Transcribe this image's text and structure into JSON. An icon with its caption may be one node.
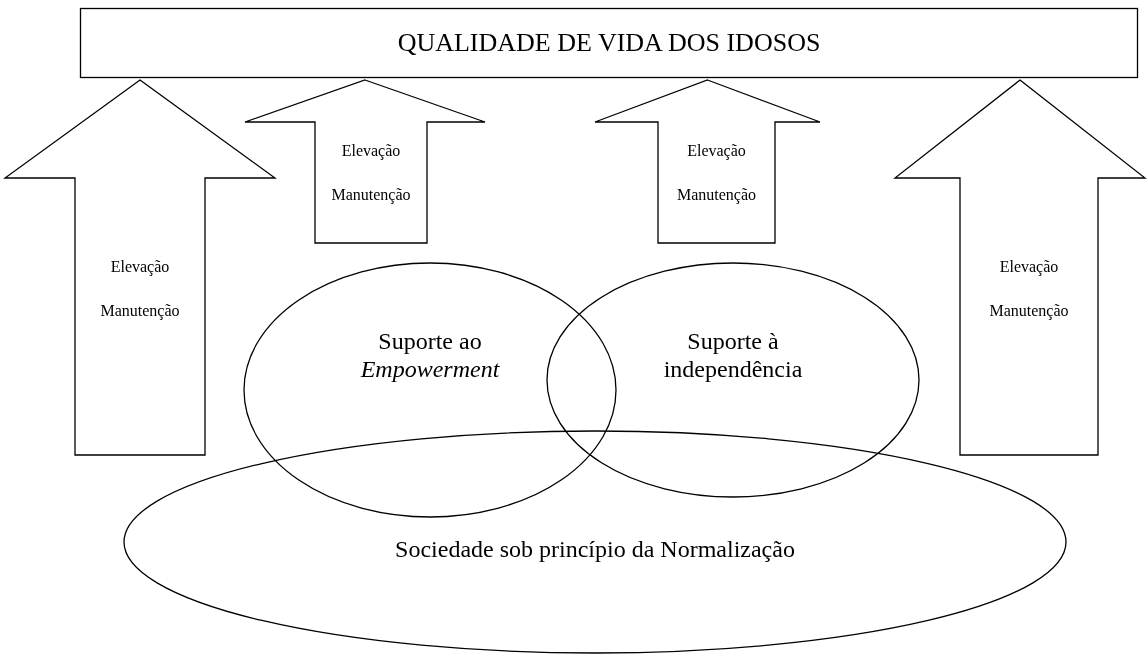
{
  "diagram": {
    "nodes": [
      {
        "text": [
          "QUALIDADE DE VIDA DOS IDOSOS"
        ]
      },
      {
        "text": [
          "Elevação",
          "Manutenção"
        ]
      },
      {
        "text": [
          "Elevação",
          "Manutenção"
        ]
      },
      {
        "text": [
          "Elevação",
          "Manutenção"
        ]
      },
      {
        "text": [
          "Elevação",
          "Manutenção"
        ]
      },
      {
        "text": [
          "Suporte ao *Empowerment*"
        ]
      },
      {
        "text": [
          "Suporte à independência"
        ]
      },
      {
        "text": [
          "Sociedade sob princípio da Normalização"
        ]
      }
    ]
  }
}
